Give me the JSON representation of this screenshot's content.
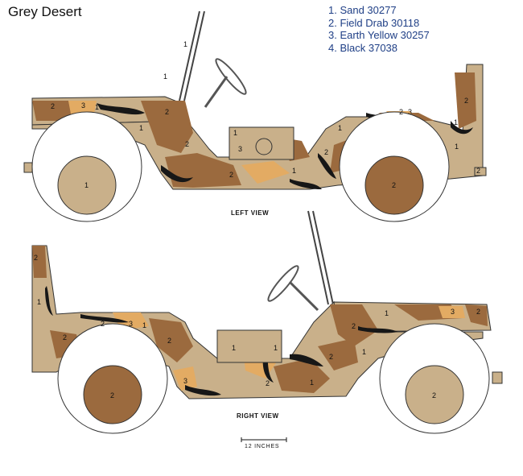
{
  "title": "Grey Desert",
  "legend": [
    {
      "number": "1",
      "text": "1. Sand 30277",
      "color": "#c9b08a"
    },
    {
      "number": "2",
      "text": "2. Field Drab 30118",
      "color": "#9b6a3e"
    },
    {
      "number": "3",
      "text": "3. Earth Yellow 30257",
      "color": "#e3ab63"
    },
    {
      "number": "4",
      "text": "4. Black 37038",
      "color": "#171717"
    }
  ],
  "views": {
    "left": {
      "label": "LEFT VIEW"
    },
    "right": {
      "label": "RIGHT VIEW"
    }
  },
  "scale": {
    "label": "12  INCHES"
  },
  "callouts": {
    "one": "1",
    "two": "2",
    "three": "3"
  }
}
